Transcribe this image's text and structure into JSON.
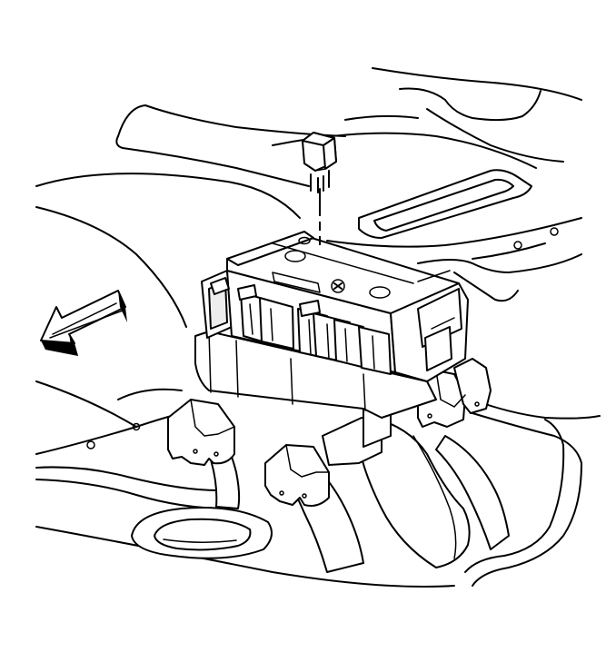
{
  "figure": {
    "colors": {
      "line": "#000000",
      "background": "#ffffff",
      "shade": "#ededed"
    },
    "parts": [
      {
        "key": "relay",
        "icon": "relay-icon"
      },
      {
        "key": "fuse_block",
        "icon": "fuse-block-icon"
      },
      {
        "key": "direction_arrow",
        "icon": "arrow-left-icon"
      }
    ]
  }
}
